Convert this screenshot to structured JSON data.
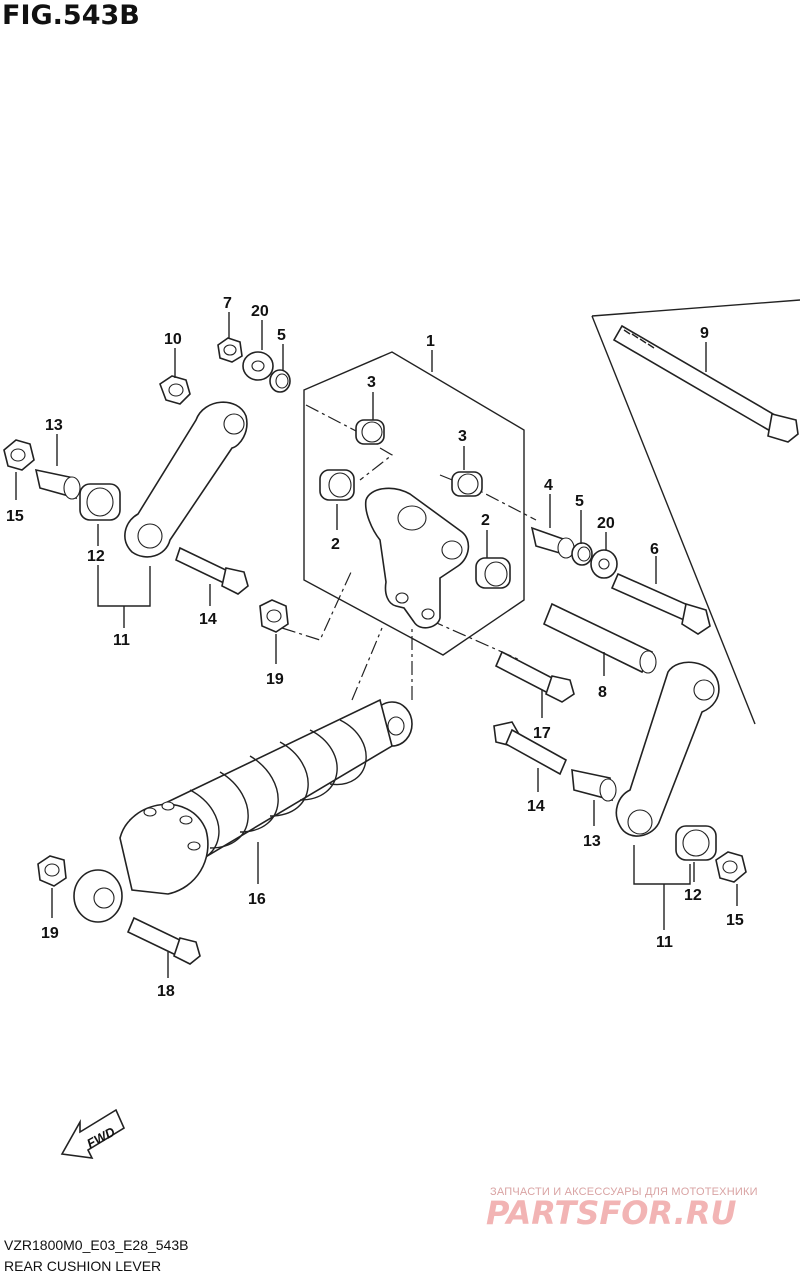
{
  "figure": {
    "title": "FIG.543B",
    "model_code": "VZR1800M0_E03_E28_543B",
    "name": "REAR CUSHION LEVER"
  },
  "callouts": [
    {
      "id": "c1",
      "label": "1"
    },
    {
      "id": "c2a",
      "label": "2"
    },
    {
      "id": "c2b",
      "label": "2"
    },
    {
      "id": "c3a",
      "label": "3"
    },
    {
      "id": "c3b",
      "label": "3"
    },
    {
      "id": "c4",
      "label": "4"
    },
    {
      "id": "c5a",
      "label": "5"
    },
    {
      "id": "c5b",
      "label": "5"
    },
    {
      "id": "c6",
      "label": "6"
    },
    {
      "id": "c7",
      "label": "7"
    },
    {
      "id": "c8",
      "label": "8"
    },
    {
      "id": "c9",
      "label": "9"
    },
    {
      "id": "c10",
      "label": "10"
    },
    {
      "id": "c11a",
      "label": "11"
    },
    {
      "id": "c11b",
      "label": "11"
    },
    {
      "id": "c12a",
      "label": "12"
    },
    {
      "id": "c12b",
      "label": "12"
    },
    {
      "id": "c13a",
      "label": "13"
    },
    {
      "id": "c13b",
      "label": "13"
    },
    {
      "id": "c14a",
      "label": "14"
    },
    {
      "id": "c14b",
      "label": "14"
    },
    {
      "id": "c15a",
      "label": "15"
    },
    {
      "id": "c15b",
      "label": "15"
    },
    {
      "id": "c16",
      "label": "16"
    },
    {
      "id": "c17",
      "label": "17"
    },
    {
      "id": "c18",
      "label": "18"
    },
    {
      "id": "c19a",
      "label": "19"
    },
    {
      "id": "c19b",
      "label": "19"
    },
    {
      "id": "c20a",
      "label": "20"
    },
    {
      "id": "c20b",
      "label": "20"
    }
  ],
  "fwd_arrow": {
    "label": "FWD"
  },
  "watermark": {
    "tagline": "ЗАПЧАСТИ И АКСЕССУАРЫ ДЛЯ МОТОТЕХНИКИ",
    "logo": "PARTSFOR.RU"
  }
}
